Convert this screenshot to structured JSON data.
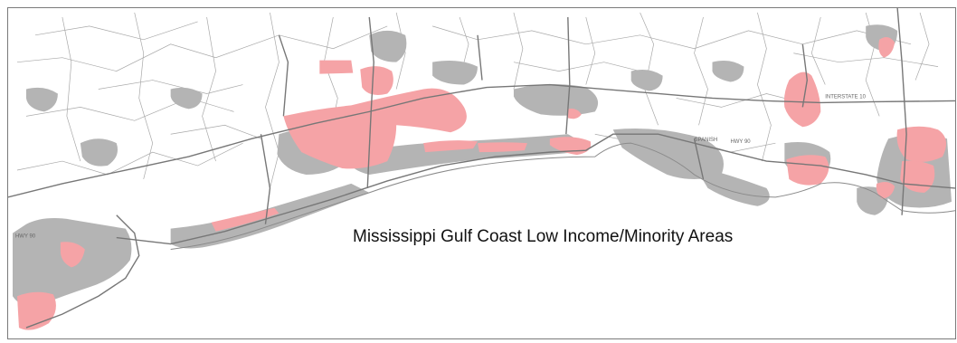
{
  "map": {
    "title": "Mississippi Gulf Coast Low Income/Minority Areas",
    "road_labels": {
      "interstate": "INTERSTATE 10",
      "highway_east": "SPANISH",
      "highway_east_2": "HWY 90",
      "highway_west": "HWY 90"
    },
    "colors": {
      "background": "#ffffff",
      "roads": "#9a9a9a",
      "major_roads": "#777777",
      "urban_areas": "#b4b4b4",
      "low_income_minority_areas": "#f5a3a6"
    }
  }
}
